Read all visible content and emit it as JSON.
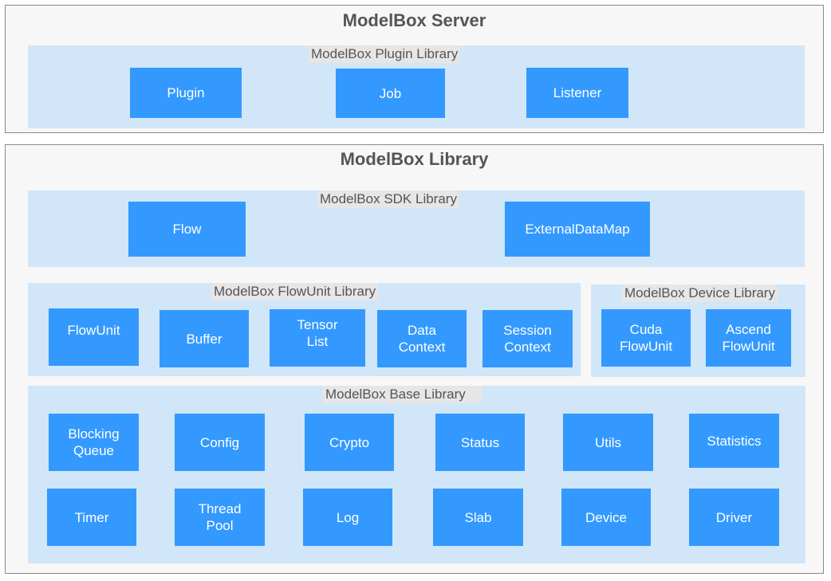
{
  "server": {
    "title": "ModelBox Server",
    "plugin_library": {
      "title": "ModelBox Plugin Library",
      "items": [
        "Plugin",
        "Job",
        "Listener"
      ]
    }
  },
  "library": {
    "title": "ModelBox Library",
    "sdk": {
      "title": "ModelBox SDK Library",
      "items": [
        "Flow",
        "ExternalDataMap"
      ]
    },
    "flowunit": {
      "title": "ModelBox FlowUnit Library",
      "items": [
        "FlowUnit",
        "Buffer",
        "Tensor\nList",
        "Data\nContext",
        "Session\nContext"
      ]
    },
    "device": {
      "title": "ModelBox Device Library",
      "items": [
        "Cuda\nFlowUnit",
        "Ascend\nFlowUnit"
      ]
    },
    "base": {
      "title": "ModelBox Base Library",
      "row1": [
        "Blocking\nQueue",
        "Config",
        "Crypto",
        "Status",
        "Utils",
        "Statistics"
      ],
      "row2": [
        "Timer",
        "Thread\nPool",
        "Log",
        "Slab",
        "Device",
        "Driver"
      ]
    }
  }
}
